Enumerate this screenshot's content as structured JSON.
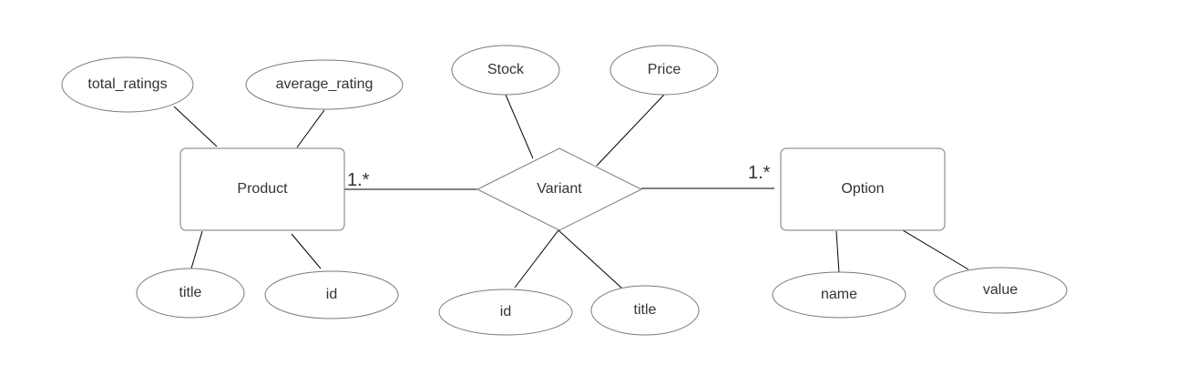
{
  "entities": {
    "product": "Product",
    "variant": "Variant",
    "option": "Option"
  },
  "attributes": {
    "product_total_ratings": "total_ratings",
    "product_average_rating": "average_rating",
    "product_title": "title",
    "product_id": "id",
    "variant_stock": "Stock",
    "variant_price": "Price",
    "variant_id": "id",
    "variant_title": "title",
    "option_name": "name",
    "option_value": "value"
  },
  "multiplicities": {
    "product_variant": "1.*",
    "variant_option": "1.*"
  },
  "colors": {
    "shape_stroke": "#7a7a7a",
    "connector": "#000000",
    "text": "#333333"
  }
}
